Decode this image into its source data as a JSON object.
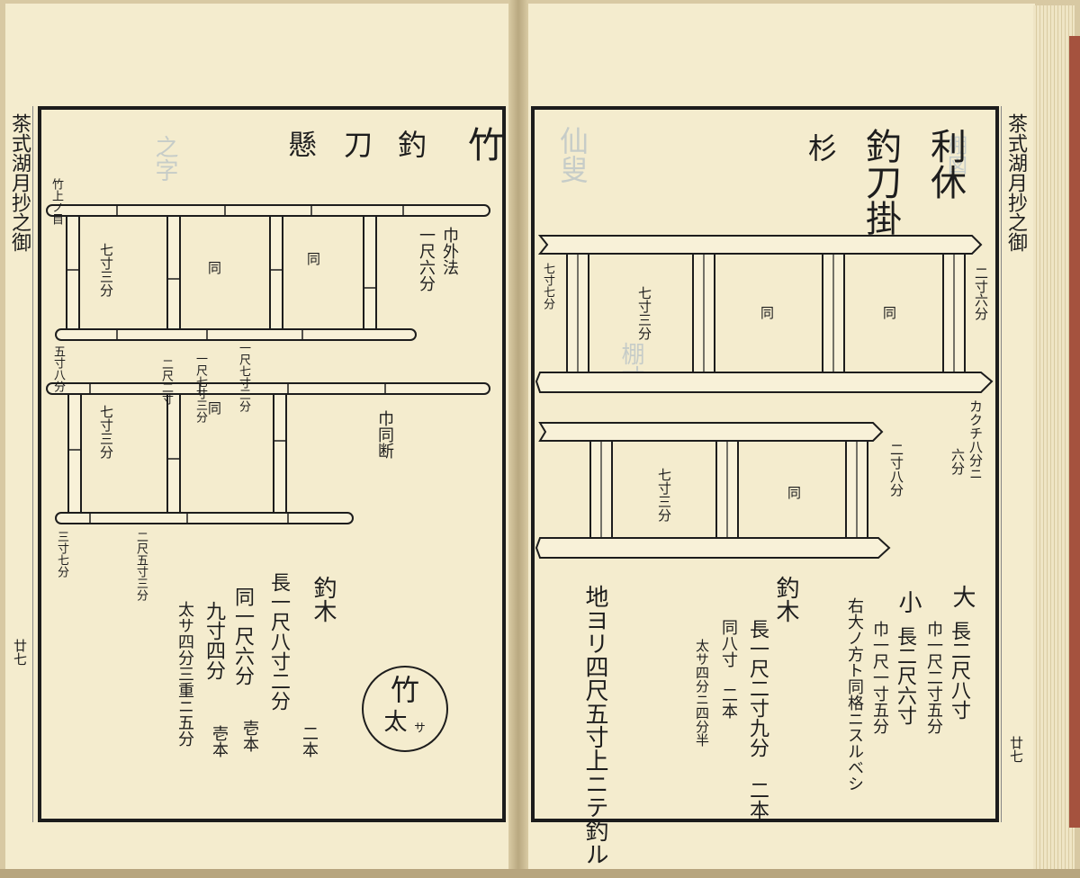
{
  "left_page": {
    "title": [
      "竹",
      "釣",
      "刀",
      "懸"
    ],
    "side_title": "茶式湖月抄之御",
    "side_page_number": "廿七",
    "annotations": {
      "top_left_label": "竹上ノ目",
      "outer_size": "巾外法",
      "outer_size_value": "一尺六分",
      "rung1_measure": "七寸三分",
      "rung_same_1": "同",
      "rung_same_2": "同",
      "bottom_rail_left_1": "五寸八分",
      "bottom_rail_right_1": "一尺七寸三分",
      "mid_left_1": "二尺二寸",
      "mid_left_2": "一尺七寸三分",
      "rung2_measure": "七寸三分",
      "rung_same_3": "同",
      "same_width": "巾同断",
      "bottom_left_2": "三寸七分",
      "bottom_right_2": "二尺五寸三分"
    },
    "spec_heading": "釣木",
    "spec_lines": [
      "長一尺八寸二分",
      "同一尺六分",
      "九寸四分",
      "太サ四分三重ニ五分"
    ],
    "spec_counts": [
      "二本",
      "壱本",
      "壱本"
    ],
    "seal_text": [
      "竹",
      "太",
      "サ"
    ]
  },
  "right_page": {
    "title_col1": "利休",
    "title_col2": "釣刀掛",
    "title_col3": "杉",
    "side_title": "茶式湖月抄之御",
    "side_page_number": "廿七",
    "annotations": {
      "left_edge": "七寸七分",
      "top_width": "二寸六分",
      "rung1": "七寸三分",
      "rung_same_1": "同",
      "rung_same_2": "同",
      "lower_right_1": "カクチ八分ニ",
      "lower_right_2": "六分",
      "small_width": "二寸八分",
      "rung2": "七寸三分",
      "rung_same_3": "同"
    },
    "size_large_label": "大",
    "size_large_lines": [
      "長二尺八寸",
      "巾一尺二寸五分"
    ],
    "size_small_label": "小",
    "size_small_lines": [
      "長二尺六寸",
      "巾一尺一寸五分"
    ],
    "size_note": "右大ノ方ト同格ニスルベシ",
    "spec_heading": "釣木",
    "spec_lines": [
      "長一尺二寸九分 二本",
      "同八寸 二本",
      "太サ四分ニ四分半"
    ],
    "hanging_note": "地ヨリ四尺五寸上ニテ釣ル"
  }
}
